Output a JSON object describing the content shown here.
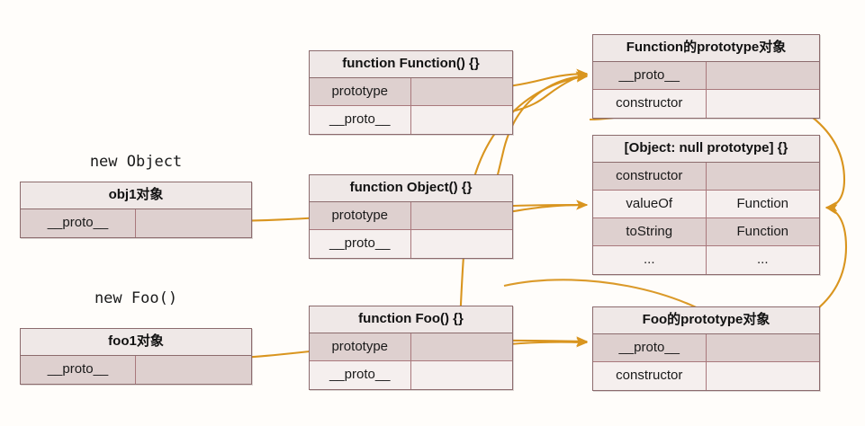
{
  "diagram": {
    "accent_arrow_color": "#d9951f",
    "box_border_color": "#8c6b6d",
    "captions": {
      "new_object": "new Object",
      "new_foo": "new Foo()"
    },
    "nodes": {
      "obj1": {
        "title": "obj1对象",
        "rows": [
          {
            "key": "__proto__",
            "value": ""
          }
        ]
      },
      "foo1": {
        "title": "foo1对象",
        "rows": [
          {
            "key": "__proto__",
            "value": ""
          }
        ]
      },
      "function_function": {
        "title": "function Function() {}",
        "rows": [
          {
            "key": "prototype",
            "value": ""
          },
          {
            "key": "__proto__",
            "value": ""
          }
        ]
      },
      "function_object": {
        "title": "function Object() {}",
        "rows": [
          {
            "key": "prototype",
            "value": ""
          },
          {
            "key": "__proto__",
            "value": ""
          }
        ]
      },
      "function_foo": {
        "title": "function Foo() {}",
        "rows": [
          {
            "key": "prototype",
            "value": ""
          },
          {
            "key": "__proto__",
            "value": ""
          }
        ]
      },
      "function_prototype": {
        "title": "Function的prototype对象",
        "rows": [
          {
            "key": "__proto__",
            "value": ""
          },
          {
            "key": "constructor",
            "value": ""
          }
        ]
      },
      "object_prototype": {
        "title": "[Object: null prototype] {}",
        "rows": [
          {
            "key": "constructor",
            "value": ""
          },
          {
            "key": "valueOf",
            "value": "Function"
          },
          {
            "key": "toString",
            "value": "Function"
          },
          {
            "key": "...",
            "value": "..."
          }
        ]
      },
      "foo_prototype": {
        "title": "Foo的prototype对象",
        "rows": [
          {
            "key": "__proto__",
            "value": ""
          },
          {
            "key": "constructor",
            "value": ""
          }
        ]
      }
    },
    "edges": [
      {
        "from": "obj1.__proto__",
        "to": "object_prototype.valueOf"
      },
      {
        "from": "foo1.__proto__",
        "to": "foo_prototype.__proto__"
      },
      {
        "from": "function_function.prototype",
        "to": "function_prototype.__proto__"
      },
      {
        "from": "function_function.__proto__",
        "to": "function_prototype.__proto__"
      },
      {
        "from": "function_object.prototype",
        "to": "object_prototype.valueOf"
      },
      {
        "from": "function_object.__proto__",
        "to": "function_prototype.__proto__"
      },
      {
        "from": "function_foo.prototype",
        "to": "foo_prototype.__proto__"
      },
      {
        "from": "function_foo.__proto__",
        "to": "function_prototype.__proto__"
      },
      {
        "from": "function_prototype.constructor",
        "to": "object_prototype.valueOf"
      },
      {
        "from": "foo_prototype.__proto__",
        "to": "object_prototype.valueOf"
      }
    ]
  }
}
